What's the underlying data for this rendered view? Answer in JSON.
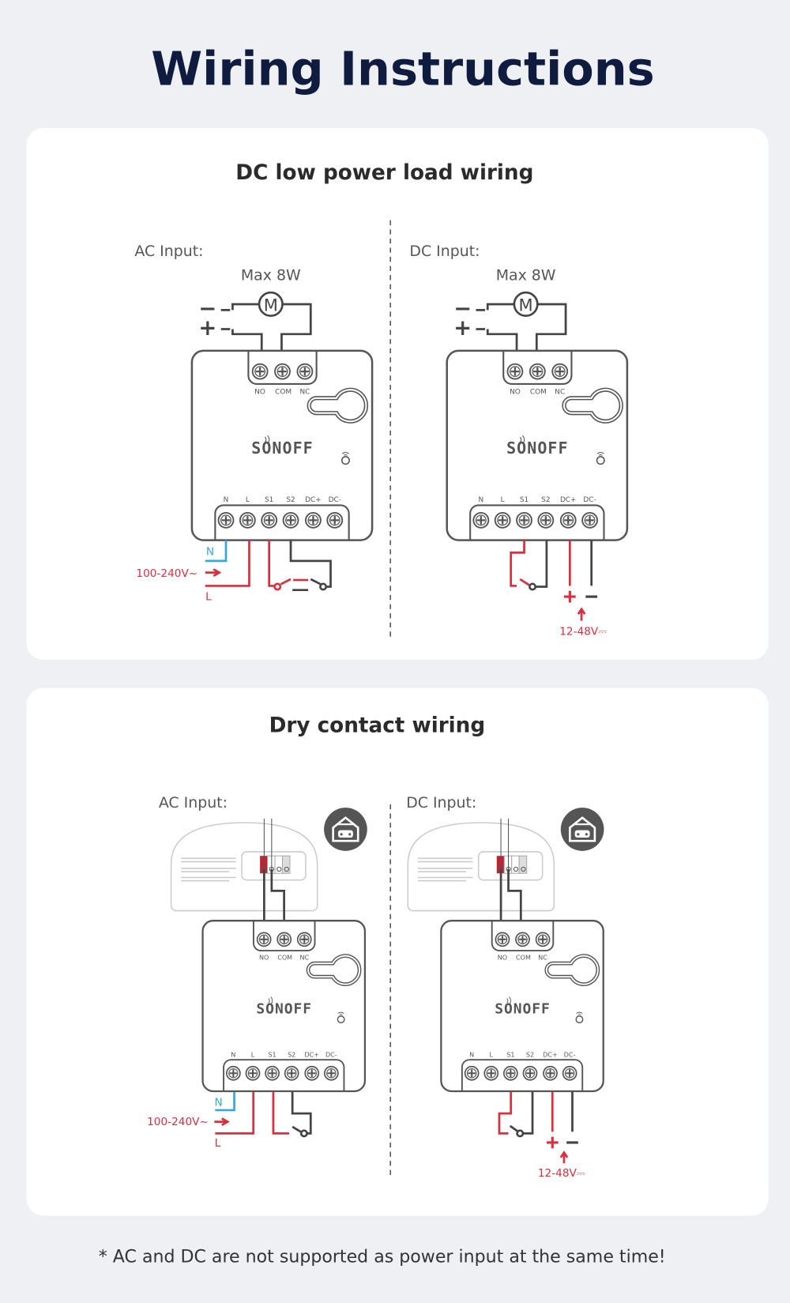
{
  "title": "Wiring Instructions",
  "device": {
    "brand": "SONOFF",
    "top_terminals": [
      "NO",
      "COM",
      "NC"
    ],
    "bottom_terminals": [
      "N",
      "L",
      "S1",
      "S2",
      "DC+",
      "DC-"
    ],
    "motor": "M"
  },
  "sections": [
    {
      "title": "DC low power load wiring",
      "left": {
        "label": "AC Input:",
        "load": "Max 8W",
        "minus": "−",
        "plus": "+",
        "voltage": "100-240V~",
        "n": "N",
        "l": "L"
      },
      "right": {
        "label": "DC Input:",
        "load": "Max 8W",
        "minus": "−",
        "plus": "+",
        "voltage": "12-48V⎓"
      }
    },
    {
      "title": "Dry contact wiring",
      "left": {
        "label": "AC Input:",
        "icon": "garage-door-icon",
        "voltage": "100-240V~",
        "n": "N",
        "l": "L"
      },
      "right": {
        "label": "DC Input:",
        "icon": "garage-door-icon",
        "plus": "+",
        "minus": "−",
        "voltage": "12-48V⎓"
      }
    }
  ],
  "footnote": "*  AC and DC are not supported as power input at the same time!",
  "colors": {
    "background": "#eef0f3",
    "card": "#ffffff",
    "title": "#0f1b3f",
    "live": "#d8303f",
    "neutral": "#35a7dd",
    "wire": "#444444"
  }
}
